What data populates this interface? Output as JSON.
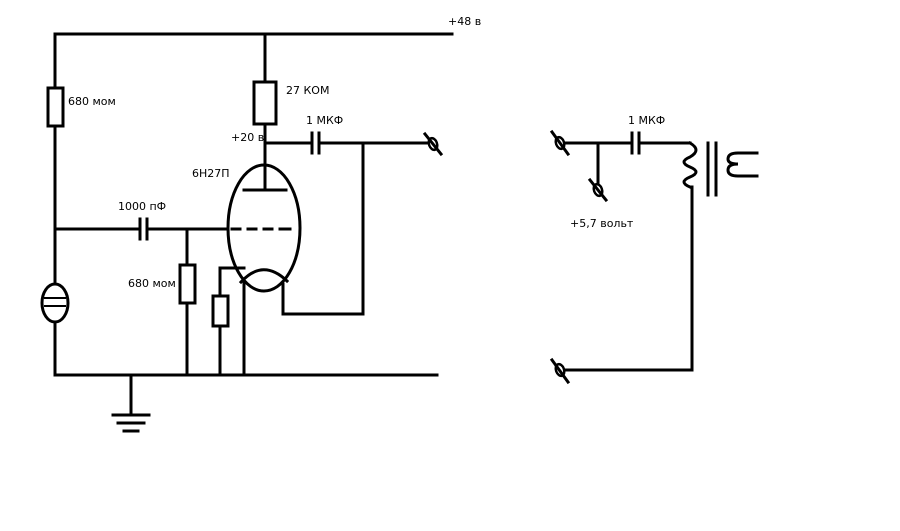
{
  "labels": {
    "supply": "+48 в",
    "r_top_left": "680 мом",
    "r_anode": "27 КОМ",
    "anode_voltage": "+20 в",
    "cap_out": "1 МКФ",
    "tube": "6Н27П",
    "cap_in": "1000 пФ",
    "r_grid": "680 мом",
    "cap_right": "1 МКФ",
    "bias_voltage": "+5,7 вольт"
  }
}
